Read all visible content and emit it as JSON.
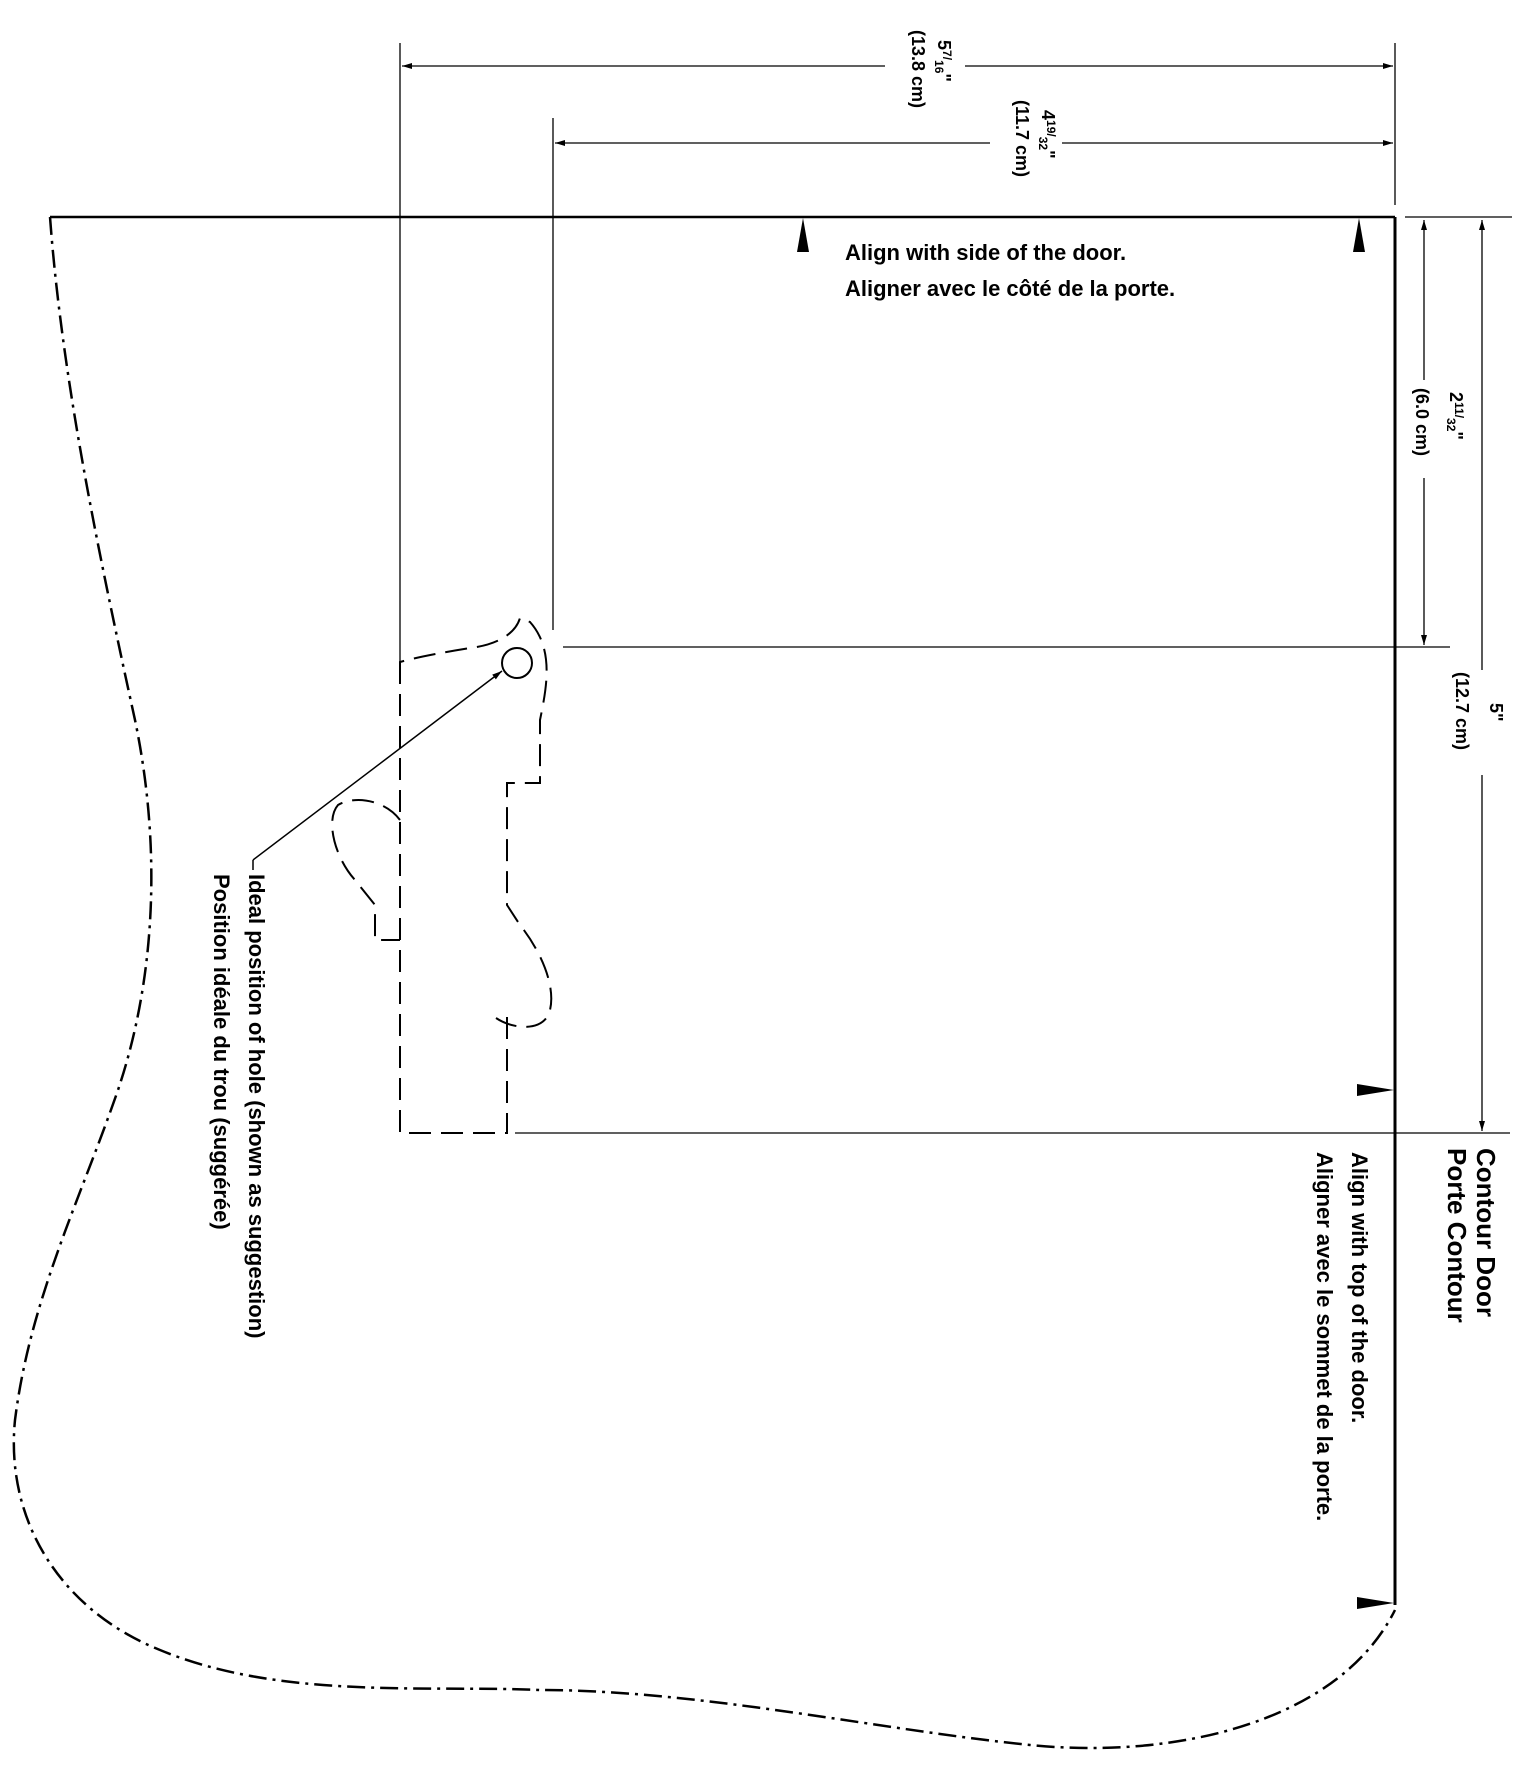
{
  "template": {
    "title_line1": "Contour Door",
    "title_line2": "Porte Contour",
    "align_side_en": "Align with side of the door.",
    "align_side_fr": "Aligner avec le côté de la porte.",
    "align_top_en": "Align with top of the door.",
    "align_top_fr": "Aligner avec le sommet de la porte.",
    "hole_en": "Ideal position of hole (shown as suggestion)",
    "hole_fr": "Position idéale du trou (suggérée)"
  },
  "dimensions": {
    "d1_whole": "5",
    "d1_num": "7",
    "d1_den": "16",
    "d1_unit": "\"",
    "d1_cm": "(13.8 cm)",
    "d2_whole": "4",
    "d2_num": "19",
    "d2_den": "32",
    "d2_unit": "\"",
    "d2_cm": "(11.7 cm)",
    "d3_whole": "2",
    "d3_num": "11",
    "d3_den": "32",
    "d3_unit": "\"",
    "d3_cm": "(6.0 cm)",
    "d4_label": "5\"",
    "d4_cm": "(12.7 cm)"
  }
}
